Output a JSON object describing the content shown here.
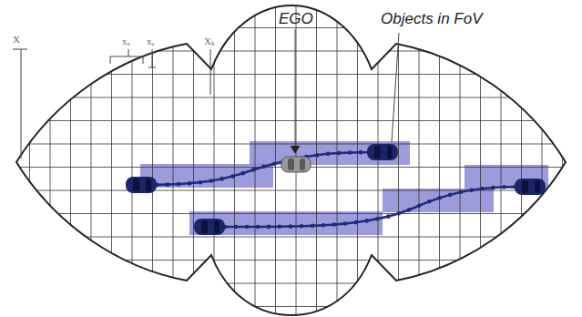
{
  "diagram": {
    "labels": [
      "X",
      "xₓ",
      "xᵧ",
      "Xₖ",
      "EGO",
      "Objects in FoV"
    ]
  }
}
